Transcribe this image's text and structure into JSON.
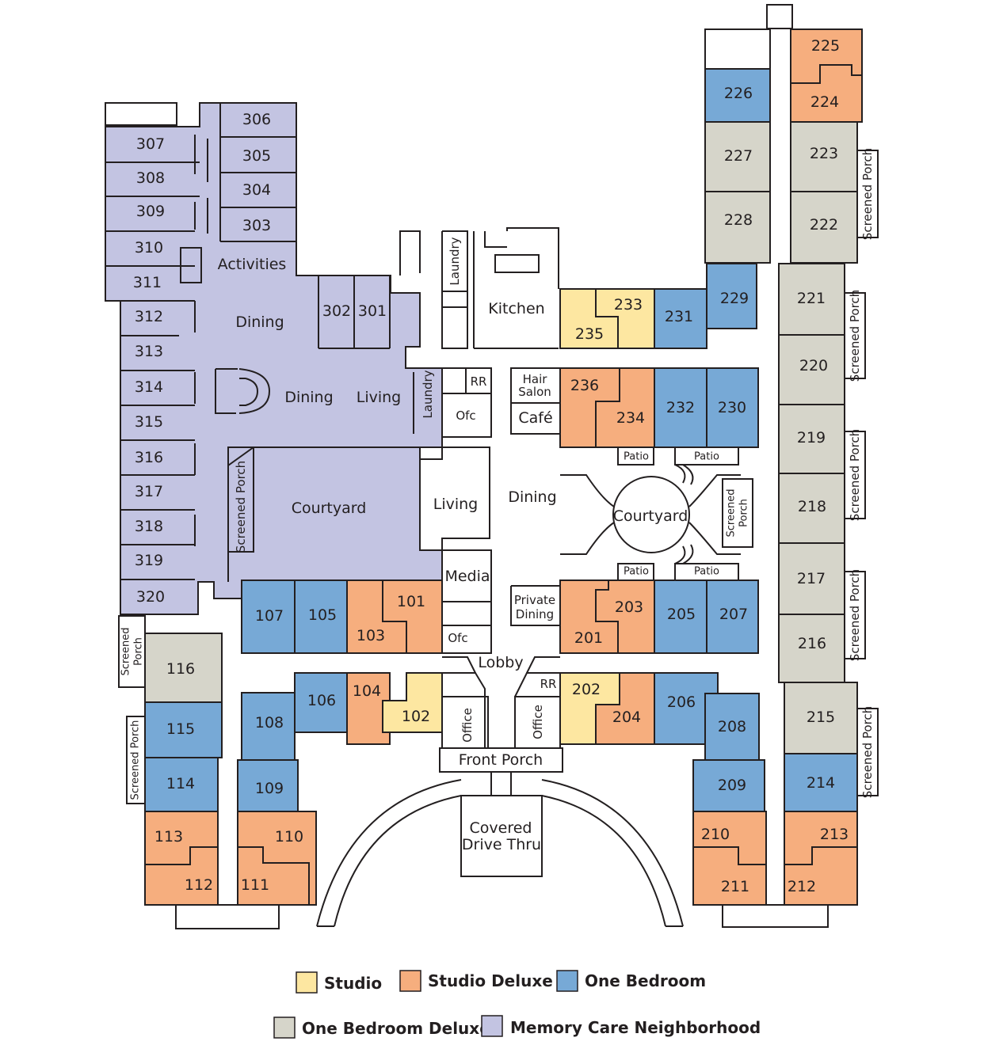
{
  "colors": {
    "studio": "#fde7a1",
    "studio_deluxe": "#f6ae7e",
    "one_bedroom": "#77a9d6",
    "one_bedroom_deluxe": "#d6d5ca",
    "memory_care": "#c3c4e2",
    "line": "#231f20"
  },
  "legend": {
    "studio": "Studio",
    "studio_deluxe": "Studio Deluxe",
    "one_bedroom": "One Bedroom",
    "one_bedroom_deluxe": "One Bedroom Deluxe",
    "memory_care": "Memory Care Neighborhood"
  },
  "rooms": {
    "r101": "101",
    "r102": "102",
    "r103": "103",
    "r104": "104",
    "r105": "105",
    "r106": "106",
    "r107": "107",
    "r108": "108",
    "r109": "109",
    "r110": "110",
    "r111": "111",
    "r112": "112",
    "r113": "113",
    "r114": "114",
    "r115": "115",
    "r116": "116",
    "r201": "201",
    "r202": "202",
    "r203": "203",
    "r204": "204",
    "r205": "205",
    "r206": "206",
    "r207": "207",
    "r208": "208",
    "r209": "209",
    "r210": "210",
    "r211": "211",
    "r212": "212",
    "r213": "213",
    "r214": "214",
    "r215": "215",
    "r216": "216",
    "r217": "217",
    "r218": "218",
    "r219": "219",
    "r220": "220",
    "r221": "221",
    "r222": "222",
    "r223": "223",
    "r224": "224",
    "r225": "225",
    "r226": "226",
    "r227": "227",
    "r228": "228",
    "r229": "229",
    "r230": "230",
    "r231": "231",
    "r232": "232",
    "r233": "233",
    "r234": "234",
    "r235": "235",
    "r236": "236",
    "r301": "301",
    "r302": "302",
    "r303": "303",
    "r304": "304",
    "r305": "305",
    "r306": "306",
    "r307": "307",
    "r308": "308",
    "r309": "309",
    "r310": "310",
    "r311": "311",
    "r312": "312",
    "r313": "313",
    "r314": "314",
    "r315": "315",
    "r316": "316",
    "r317": "317",
    "r318": "318",
    "r319": "319",
    "r320": "320"
  },
  "areas": {
    "activities": "Activities",
    "dining": "Dining",
    "living": "Living",
    "laundry": "Laundry",
    "courtyard": "Courtyard",
    "screened_porch": "Screened Porch",
    "screened": "Screened",
    "porch": "Porch",
    "kitchen": "Kitchen",
    "rr": "RR",
    "ofc": "Ofc",
    "hair": "Hair",
    "salon": "Salon",
    "cafe": "Café",
    "patio": "Patio",
    "media": "Media",
    "private": "Private",
    "lobby": "Lobby",
    "office": "Office",
    "front_porch": "Front Porch",
    "covered": "Covered",
    "drive_thru": "Drive Thru"
  }
}
